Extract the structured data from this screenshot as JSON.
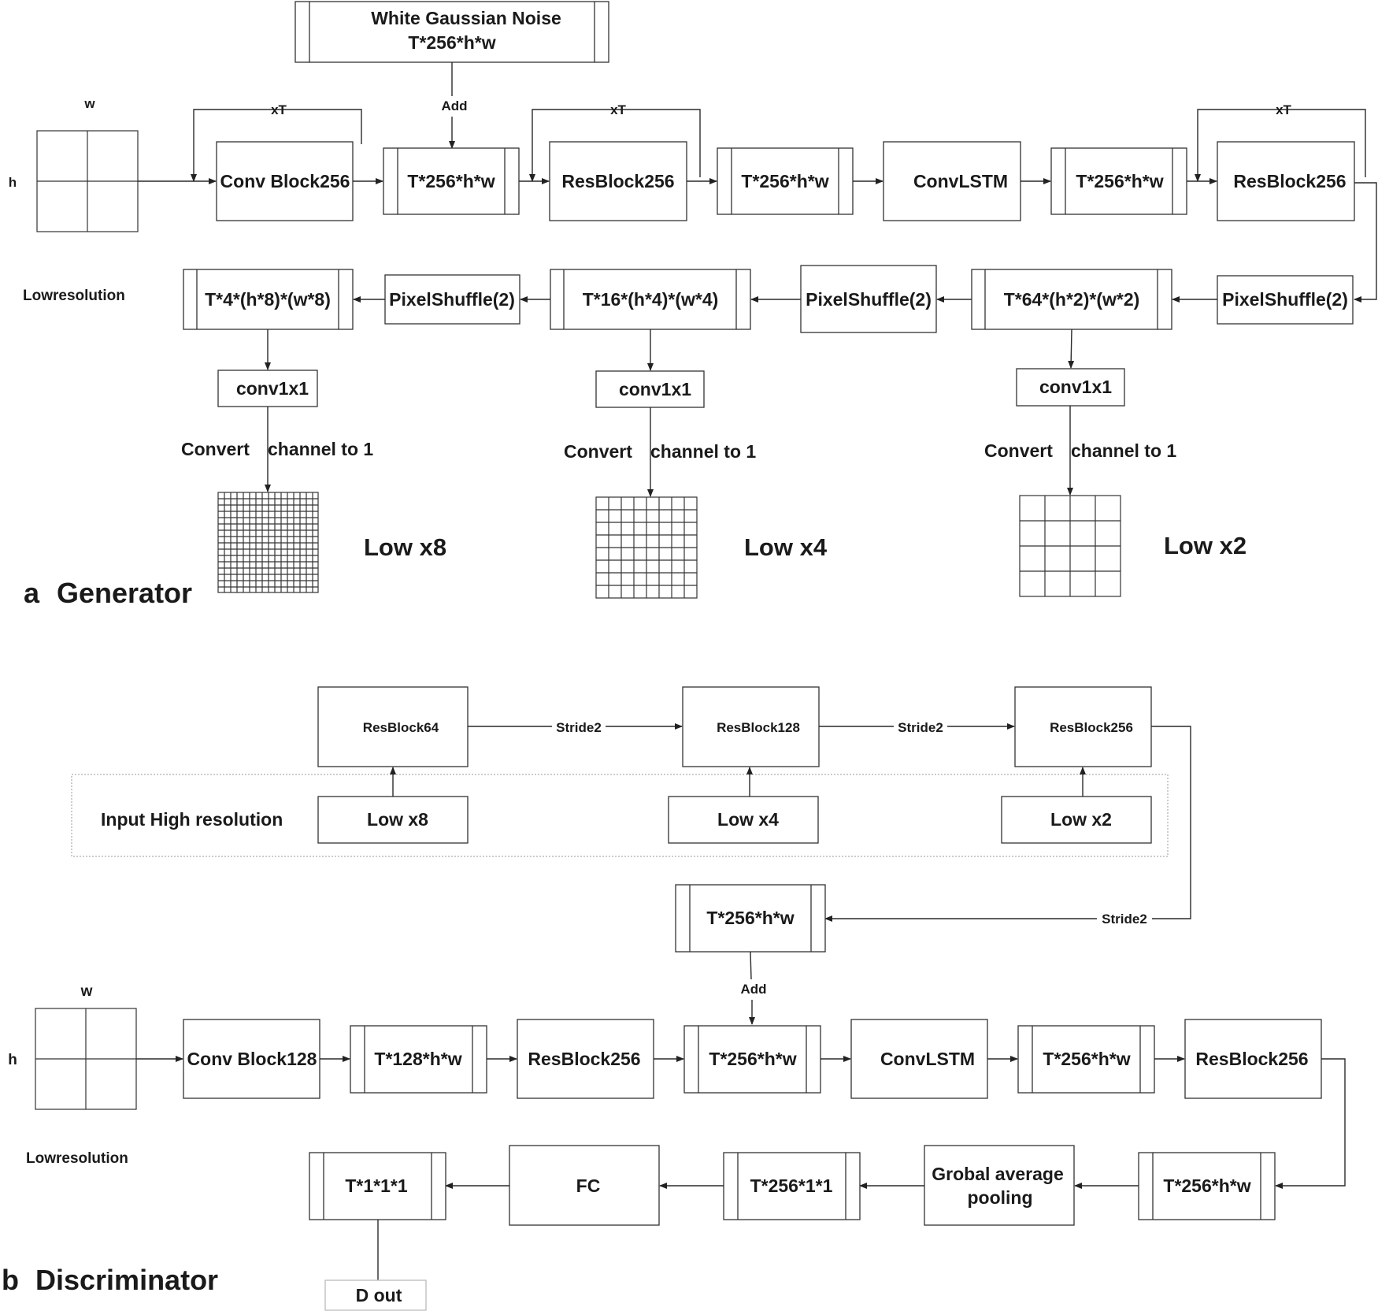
{
  "generator": {
    "caption_letter": "a",
    "caption": "Generator",
    "noise_label": "White Gaussian Noise",
    "noise_shape": "T*256*h*w",
    "input_w": "w",
    "input_h": "h",
    "input_label": "Lowresolution",
    "add_label": "Add",
    "loop_label": "xT",
    "convblock": "Conv Block256",
    "tensor_256": "T*256*h*w",
    "resblock": "ResBlock256",
    "convlstm": "ConvLSTM",
    "pixelshuffle": "PixelShuffle(2)",
    "tensor_x2": "T*64*(h*2)*(w*2)",
    "tensor_x4": "T*16*(h*4)*(w*4)",
    "tensor_x8": "T*4*(h*8)*(w*8)",
    "conv1x1": "conv1x1",
    "convert_word": "Convert",
    "convert_rest": "channel to 1",
    "out_x8": "Low x8",
    "out_x4": "Low x4",
    "out_x2": "Low x2"
  },
  "discriminator": {
    "caption_letter": "b",
    "caption": "Discriminator",
    "res64": "ResBlock64",
    "res128": "ResBlock128",
    "res256": "ResBlock256",
    "stride_label": "Stride2",
    "input_group_label": "Input High resolution",
    "in_x8": "Low x8",
    "in_x4": "Low x4",
    "in_x2": "Low x2",
    "tensor_256": "T*256*h*w",
    "add_label": "Add",
    "input_w": "w",
    "input_h": "h",
    "input_label": "Lowresolution",
    "convblock": "Conv Block128",
    "tensor_128": "T*128*h*w",
    "resblock": "ResBlock256",
    "convlstm": "ConvLSTM",
    "gap_line1": "Grobal average",
    "gap_line2": "pooling",
    "tensor_pooled": "T*256*1*1",
    "fc": "FC",
    "tensor_out": "T*1*1*1",
    "dout": "D out"
  }
}
